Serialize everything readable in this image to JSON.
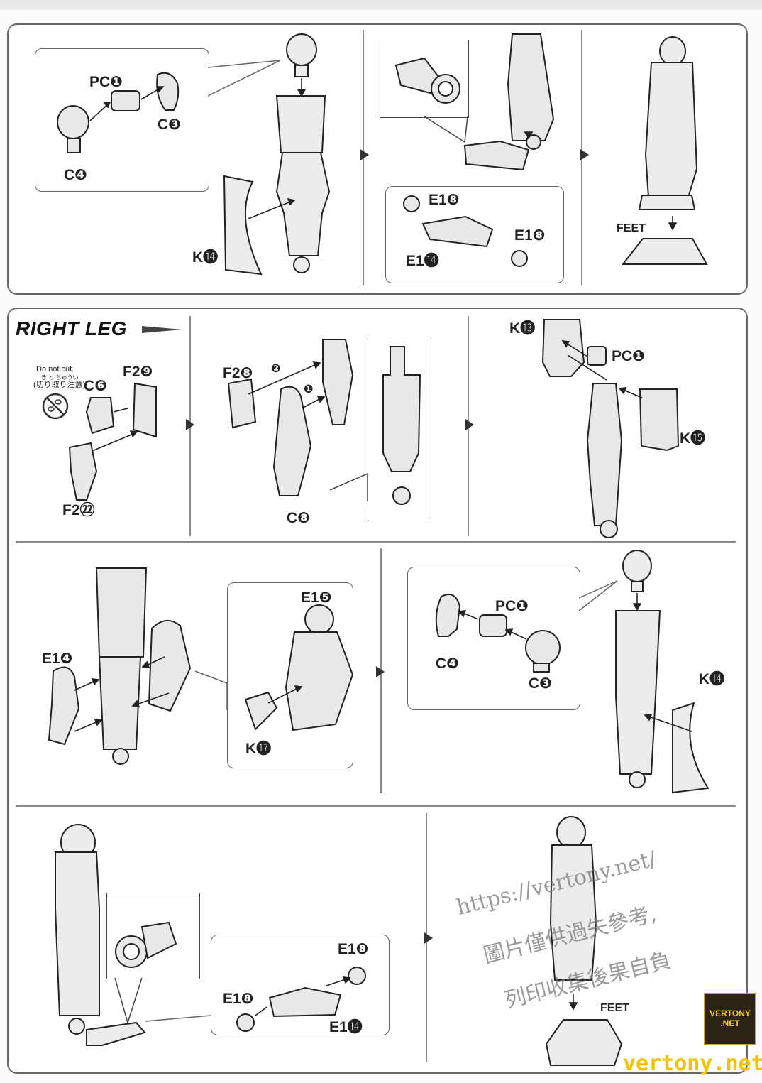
{
  "labels": {
    "pc1_a": "PC❶",
    "c3_a": "C❸",
    "c4_a": "C❹",
    "k14_a": "K⓮",
    "e18_a": "E1❽",
    "e18_b": "E1❽",
    "e14_a": "E1⓮",
    "feet_a": "FEET",
    "right_leg": "RIGHT LEG",
    "do_not_cut": "Do not cut.",
    "ruby": "き と ちゅうい",
    "do_not_cut_jp": "(切り取り注意)",
    "c6": "C❻",
    "f29": "F2❾",
    "f222": "F2㉒",
    "f28": "F2❽",
    "step1": "❶",
    "step2": "❷",
    "c8": "C❽",
    "k13": "K⓭",
    "pc1_b": "PC❶",
    "k15": "K⓯",
    "e14_b": "E1❹",
    "e15": "E1❺",
    "k17": "K⓱",
    "pc1_c": "PC❶",
    "c4_b": "C❹",
    "c3_b": "C❸",
    "k14_b": "K⓮",
    "e18_c": "E1❽",
    "e18_d": "E1❽",
    "e14_c": "E1⓮",
    "feet_b": "FEET"
  },
  "watermark": {
    "line1": "https://vertony.net/",
    "line2": "圖片僅供過失參考,",
    "line3": "列印收集後果自負"
  },
  "badge": {
    "line1": "VERTONY",
    "line2": ".NET"
  },
  "footer_url": "vertony.net"
}
